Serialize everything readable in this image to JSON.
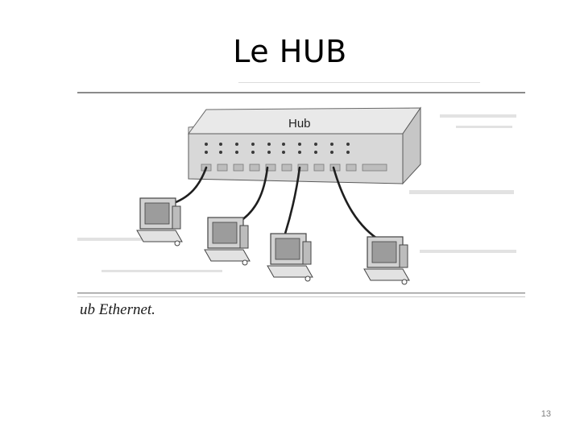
{
  "slide": {
    "title": "Le HUB",
    "page_number": "13"
  },
  "diagram": {
    "hub_label": "Hub",
    "caption": "ub Ethernet.",
    "device_count": 4,
    "port_count": 10
  },
  "colors": {
    "background": "#ffffff",
    "hub_body": "#d8d8d8",
    "hub_top": "#e6e6e6",
    "cable": "#1f1f1f",
    "page_number": "#7f7f7f"
  }
}
